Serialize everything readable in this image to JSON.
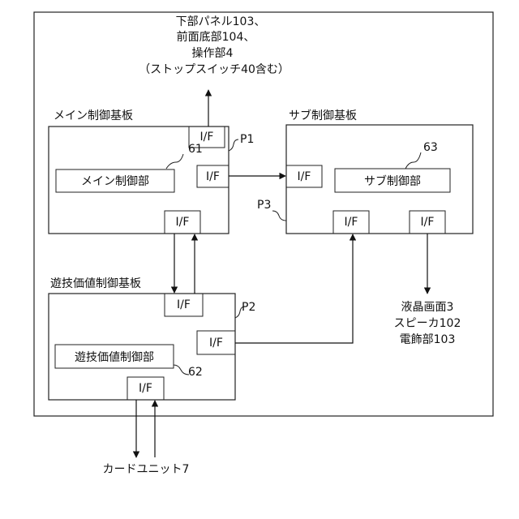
{
  "boards": {
    "main": {
      "title": "メイン制御基板",
      "unit": "メイン制御部",
      "ref": "61"
    },
    "sub": {
      "title": "サブ制御基板",
      "unit": "サブ制御部",
      "ref": "63"
    },
    "value": {
      "title": "遊技価値制御基板",
      "unit": "遊技価値制御部",
      "ref": "62"
    }
  },
  "interface_label": "I/F",
  "ports": {
    "p1": "P1",
    "p2": "P2",
    "p3": "P3"
  },
  "top_target": {
    "lines": [
      "下部パネル103、",
      "前面底部104、",
      "操作部4",
      "（ストップスイッチ40含む）"
    ]
  },
  "right_target": {
    "lines": [
      "液晶画面3",
      "スピーカ102",
      "電飾部103"
    ]
  },
  "bottom_target": {
    "label": "カードユニット7"
  }
}
